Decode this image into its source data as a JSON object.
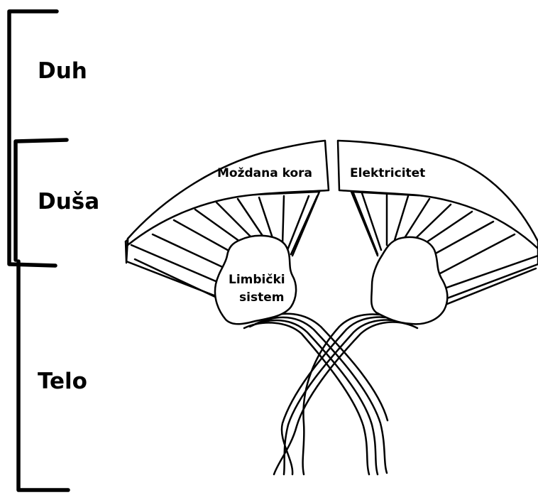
{
  "levels": {
    "spirit": "Duh",
    "soul": "Duša",
    "body": "Telo"
  },
  "brain": {
    "cortex_label": "Moždana kora",
    "electricity_label": "Elektricitet",
    "limbic_line1": "Limbički",
    "limbic_line2": "sistem"
  },
  "colors": {
    "ink": "#000000",
    "background": "#ffffff"
  }
}
